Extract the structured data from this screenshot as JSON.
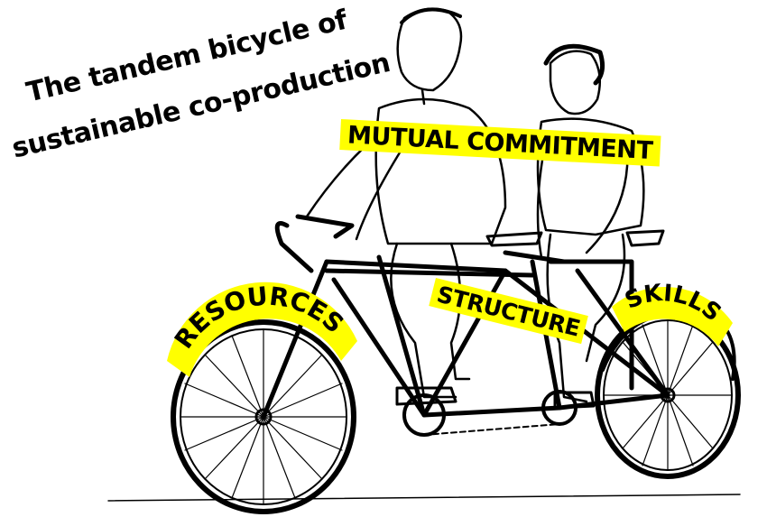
{
  "title": {
    "line1": "The tandem bicycle of",
    "line2": "sustainable co-production"
  },
  "labels": {
    "mutual_commitment": "MUTUAL COMMITMENT",
    "structure": "STRUCTURE",
    "resources": "RESOURCES",
    "skills": "SKILLS"
  },
  "colors": {
    "highlight": "#ffff00",
    "ink": "#000000",
    "background": "#ffffff"
  },
  "illustration": {
    "subject": "two riders on a tandem bicycle",
    "icons": [
      "tandem-bicycle-icon",
      "rider-front-icon",
      "rider-rear-icon"
    ]
  }
}
